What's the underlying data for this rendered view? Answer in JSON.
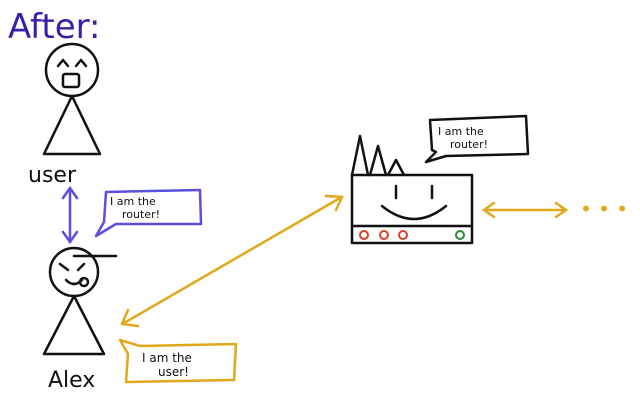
{
  "title": "After:",
  "user_label": "user",
  "alex_label": "Alex",
  "router_bubble": [
    "I am the",
    "router!"
  ],
  "alex_bubble": [
    "I am the",
    "router!"
  ],
  "user_bubble": [
    "I am the",
    "user!"
  ],
  "ellipsis": "• • •",
  "colors": {
    "title": "#3a1ea8",
    "blue_arrow": "#5b4fe0",
    "gold_arrow": "#e0a81a",
    "ink": "#111111",
    "led_red": "#d9402b",
    "led_green": "#2e8b3a"
  },
  "icons": [
    "user-stick-figure",
    "alex-stick-figure",
    "router-icon"
  ]
}
